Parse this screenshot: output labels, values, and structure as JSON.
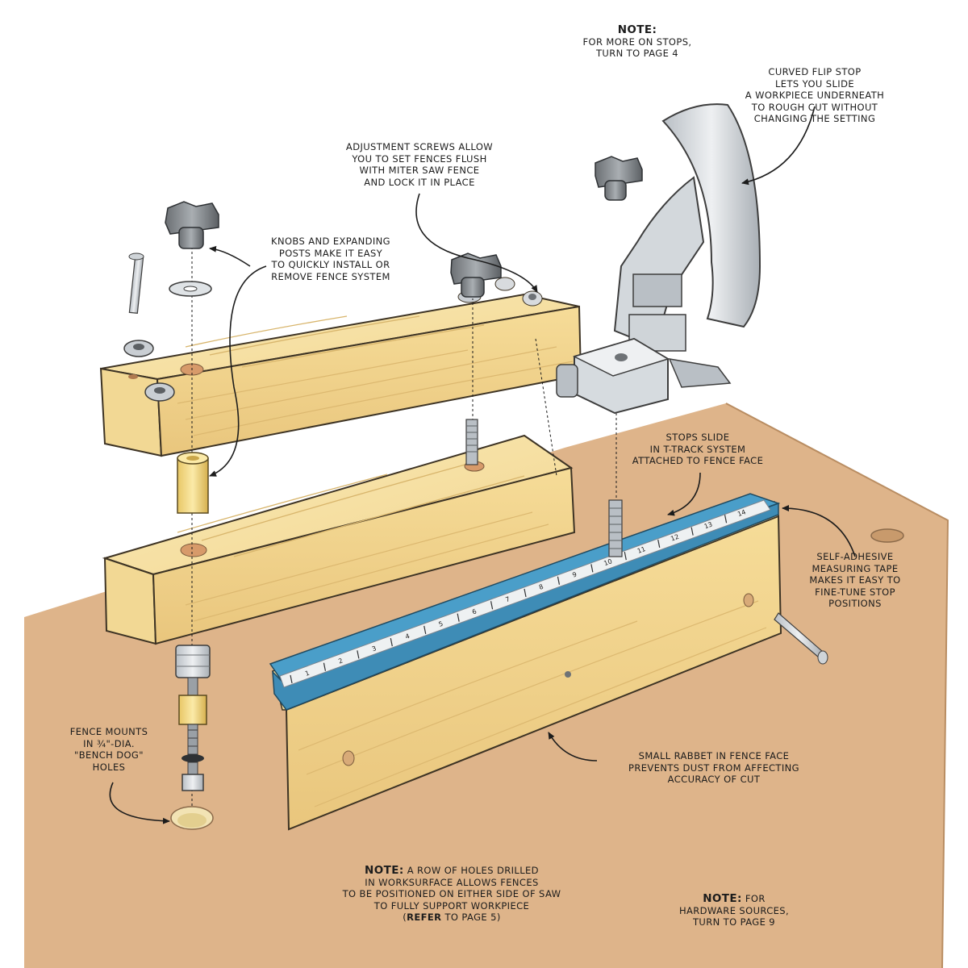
{
  "colors": {
    "workbench": "#deb48a",
    "wood_light": "#f7e3a6",
    "wood_dark": "#e6c47c",
    "track_blue": "#4a9ec9",
    "tape_white": "#eef1f2",
    "metal": "#c9ced3",
    "ink": "#1c1c1c"
  },
  "notes": {
    "stops_page": {
      "heading": "NOTE:",
      "lines": [
        "FOR MORE ON STOPS,",
        "TURN TO PAGE 4"
      ]
    },
    "holes_row": {
      "heading": "NOTE:",
      "lead": "A ROW OF HOLES DRILLED",
      "lines": [
        "IN WORKSURFACE ALLOWS FENCES",
        "TO BE POSITIONED ON EITHER SIDE OF SAW",
        "TO FULLY SUPPORT WORKPIECE"
      ],
      "refer_open": "(",
      "refer_word": "REFER",
      "refer_rest": " TO PAGE 5)"
    },
    "hardware": {
      "heading": "NOTE:",
      "lead": " FOR",
      "lines": [
        "HARDWARE SOURCES,",
        "TURN TO PAGE 9"
      ]
    }
  },
  "callouts": {
    "flip_stop": [
      "CURVED FLIP STOP",
      "LETS YOU SLIDE",
      "A WORKPIECE UNDERNEATH",
      "TO ROUGH CUT WITHOUT",
      "CHANGING THE SETTING"
    ],
    "adjust_screws": [
      "ADJUSTMENT SCREWS ALLOW",
      "YOU TO SET FENCES FLUSH",
      "WITH MITER SAW FENCE",
      "AND LOCK IT IN PLACE"
    ],
    "knobs_posts": [
      "KNOBS AND EXPANDING",
      "POSTS MAKE IT EASY",
      "TO QUICKLY INSTALL OR",
      "REMOVE FENCE SYSTEM"
    ],
    "stops_slide": [
      "STOPS SLIDE",
      "IN T-TRACK SYSTEM",
      "ATTACHED TO FENCE FACE"
    ],
    "tape": [
      "SELF-ADHESIVE",
      "MEASURING TAPE",
      "MAKES IT EASY TO",
      "FINE-TUNE STOP",
      "POSITIONS"
    ],
    "fence_mounts": [
      "FENCE MOUNTS",
      "IN ¾\"-DIA.",
      "\"BENCH DOG\"",
      "HOLES"
    ],
    "rabbet": [
      "SMALL RABBET IN FENCE FACE",
      "PREVENTS DUST FROM AFFECTING",
      "ACCURACY OF CUT"
    ]
  },
  "tape_marks": [
    "1",
    "2",
    "3",
    "4",
    "5",
    "6",
    "7",
    "8",
    "9",
    "10",
    "11",
    "12",
    "13",
    "14"
  ]
}
